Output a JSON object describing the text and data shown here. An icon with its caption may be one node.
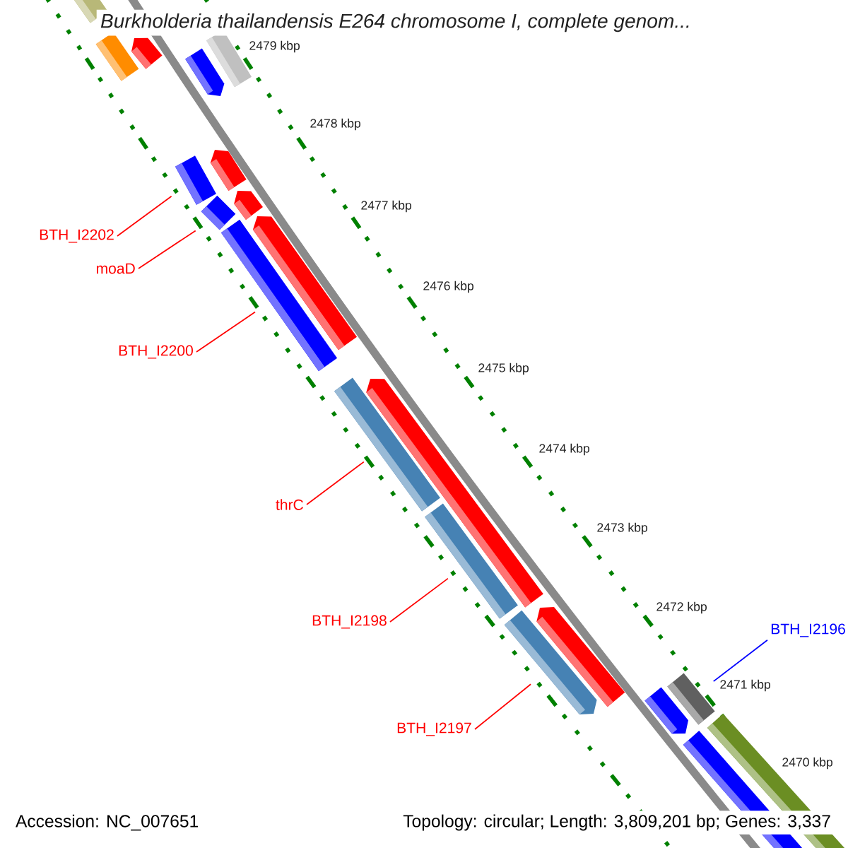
{
  "diagram": {
    "title": "Burkholderia thailandensis E264 chromosome I, complete genom...",
    "nodes": [
      {
        "text": [
          "BTH_I2202"
        ]
      },
      {
        "text": [
          "moaD"
        ]
      },
      {
        "text": [
          "BTH_I2200"
        ]
      },
      {
        "text": [
          "thrC"
        ]
      },
      {
        "text": [
          "BTH_I2198"
        ]
      },
      {
        "text": [
          "BTH_I2197"
        ]
      },
      {
        "text": [
          "BTH_I2196"
        ]
      },
      {
        "text": [],
        "shape": "bar"
      },
      {
        "text": [],
        "shape": "bar"
      },
      {
        "text": [],
        "shape": "bar"
      },
      {
        "text": [],
        "shape": "bar"
      },
      {
        "text": [],
        "shape": "bar"
      },
      {
        "text": [],
        "shape": "bar"
      },
      {
        "text": [],
        "shape": "bar"
      },
      {
        "text": [],
        "shape": "bar"
      },
      {
        "text": [],
        "shape": "bar"
      },
      {
        "text": [],
        "shape": "bar"
      },
      {
        "text": [],
        "shape": "bar"
      },
      {
        "text": [],
        "shape": "bar"
      },
      {
        "text": [],
        "shape": "bar"
      },
      {
        "text": [],
        "shape": "bar"
      },
      {
        "text": [],
        "shape": "bar"
      },
      {
        "text": [],
        "shape": "bar"
      },
      {
        "text": [],
        "shape": "bar"
      },
      {
        "text": [],
        "shape": "bar"
      },
      {
        "text": [],
        "shape": "bar"
      },
      {
        "text": [],
        "shape": "bar"
      }
    ],
    "edges": [
      {
        "from": 0,
        "to": 13,
        "arrow": "none"
      },
      {
        "from": 1,
        "to": 15,
        "arrow": "none"
      },
      {
        "from": 2,
        "to": 17,
        "arrow": "none"
      },
      {
        "from": 3,
        "to": 19,
        "arrow": "none"
      },
      {
        "from": 4,
        "to": 20,
        "arrow": "none"
      },
      {
        "from": 5,
        "to": 22,
        "arrow": "none"
      },
      {
        "from": 6,
        "to": 23,
        "arrow": "none",
        "color": "#0000ff"
      }
    ],
    "labels": [
      "2479 kbp",
      "2478 kbp",
      "2477 kbp",
      "2476 kbp",
      "2475 kbp",
      "2474 kbp",
      "2473 kbp",
      "2472 kbp",
      "2471 kbp",
      "2470 kbp",
      "Accession: NC_007651",
      "Topology: circular; Length: 3,809,201 bp; Genes: 3,337"
    ]
  }
}
